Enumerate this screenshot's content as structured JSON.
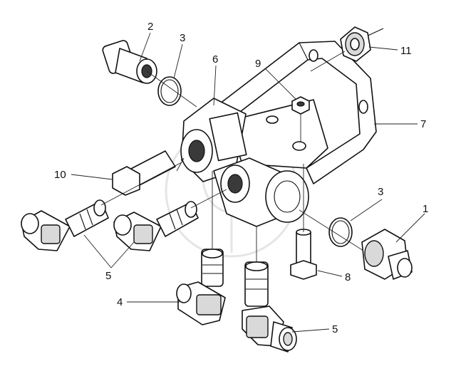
{
  "callouts": {
    "c1": "1",
    "c2": "2",
    "c3a": "3",
    "c3b": "3",
    "c4": "4",
    "c5a": "5",
    "c5b": "5",
    "c6": "6",
    "c7": "7",
    "c8": "8",
    "c9": "9",
    "c10": "10",
    "c11": "11"
  }
}
